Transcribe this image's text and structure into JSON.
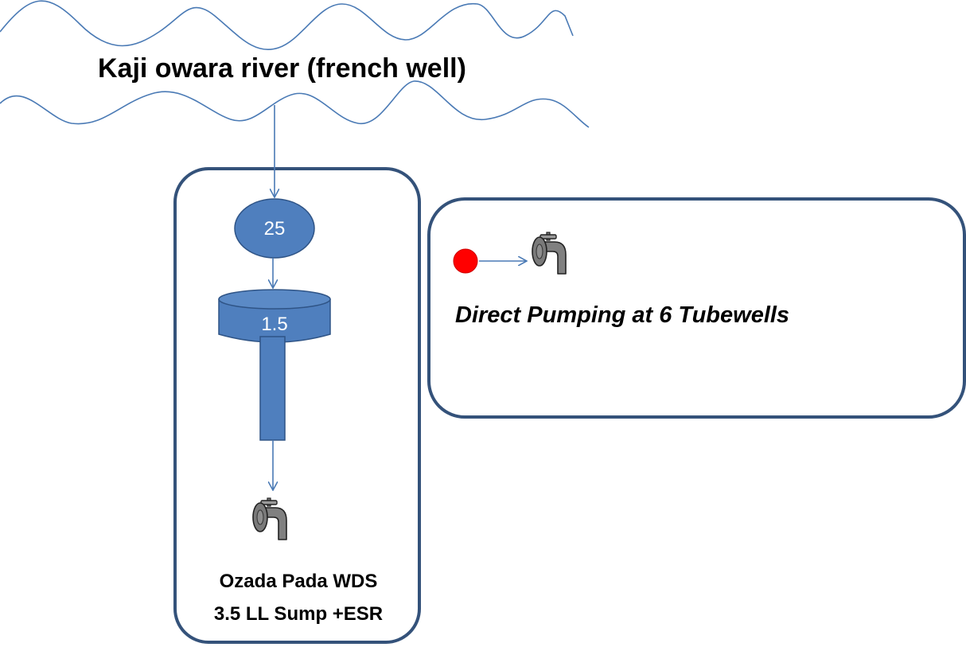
{
  "river": {
    "label": "Kaji owara river (french well)"
  },
  "source_node": {
    "value": "25"
  },
  "tank": {
    "value": "1.5"
  },
  "left_panel": {
    "title_line1": "Ozada Pada WDS",
    "title_line2": "3.5  LL Sump +ESR"
  },
  "right_panel": {
    "caption": "Direct Pumping at 6 Tubewells"
  },
  "icons": {
    "tap": "faucet-icon",
    "pump_point": "red-dot"
  },
  "colors": {
    "line": "#4a7ab5",
    "panel_border": "#34527a",
    "shape_fill": "#4f7fbe",
    "shape_stroke": "#2f5486",
    "red_dot": "#ff0000",
    "faucet": "#808080"
  }
}
